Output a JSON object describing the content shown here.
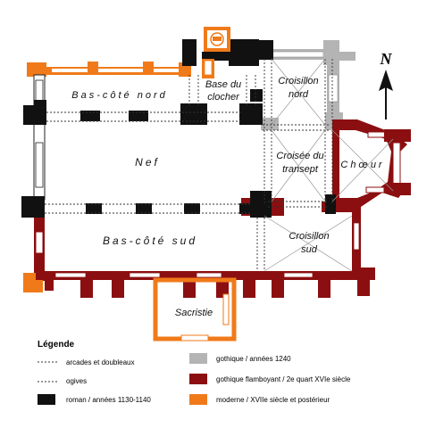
{
  "plan": {
    "north_label": "N",
    "rooms": {
      "bas_cote_nord": "Bas-côté nord",
      "base_clocher_1": "Base du",
      "base_clocher_2": "clocher",
      "croisillon_nord_1": "Croisillon",
      "croisillon_nord_2": "nord",
      "nef": "Nef",
      "croisee_1": "Croisée du",
      "croisee_2": "transept",
      "choeur": "Chœur",
      "bas_cote_sud": "Bas-côté sud",
      "croisillon_sud_1": "Croisillon",
      "croisillon_sud_2": "sud",
      "sacristie": "Sacristie"
    }
  },
  "legend": {
    "title": "Légende",
    "items": {
      "arcades": "arcades et doubleaux",
      "ogives": "ogives",
      "roman": "roman / années 1130-1140",
      "gothique": "gothique / années 1240",
      "flamboyant": "gothique flamboyant / 2e quart XVIe siècle",
      "moderne": "moderne / XVIIe siècle et postérieur"
    },
    "colors": {
      "roman": "#111111",
      "gothique": "#b4b4b4",
      "flamboyant": "#8b0f10",
      "moderne": "#f07a1a"
    }
  }
}
